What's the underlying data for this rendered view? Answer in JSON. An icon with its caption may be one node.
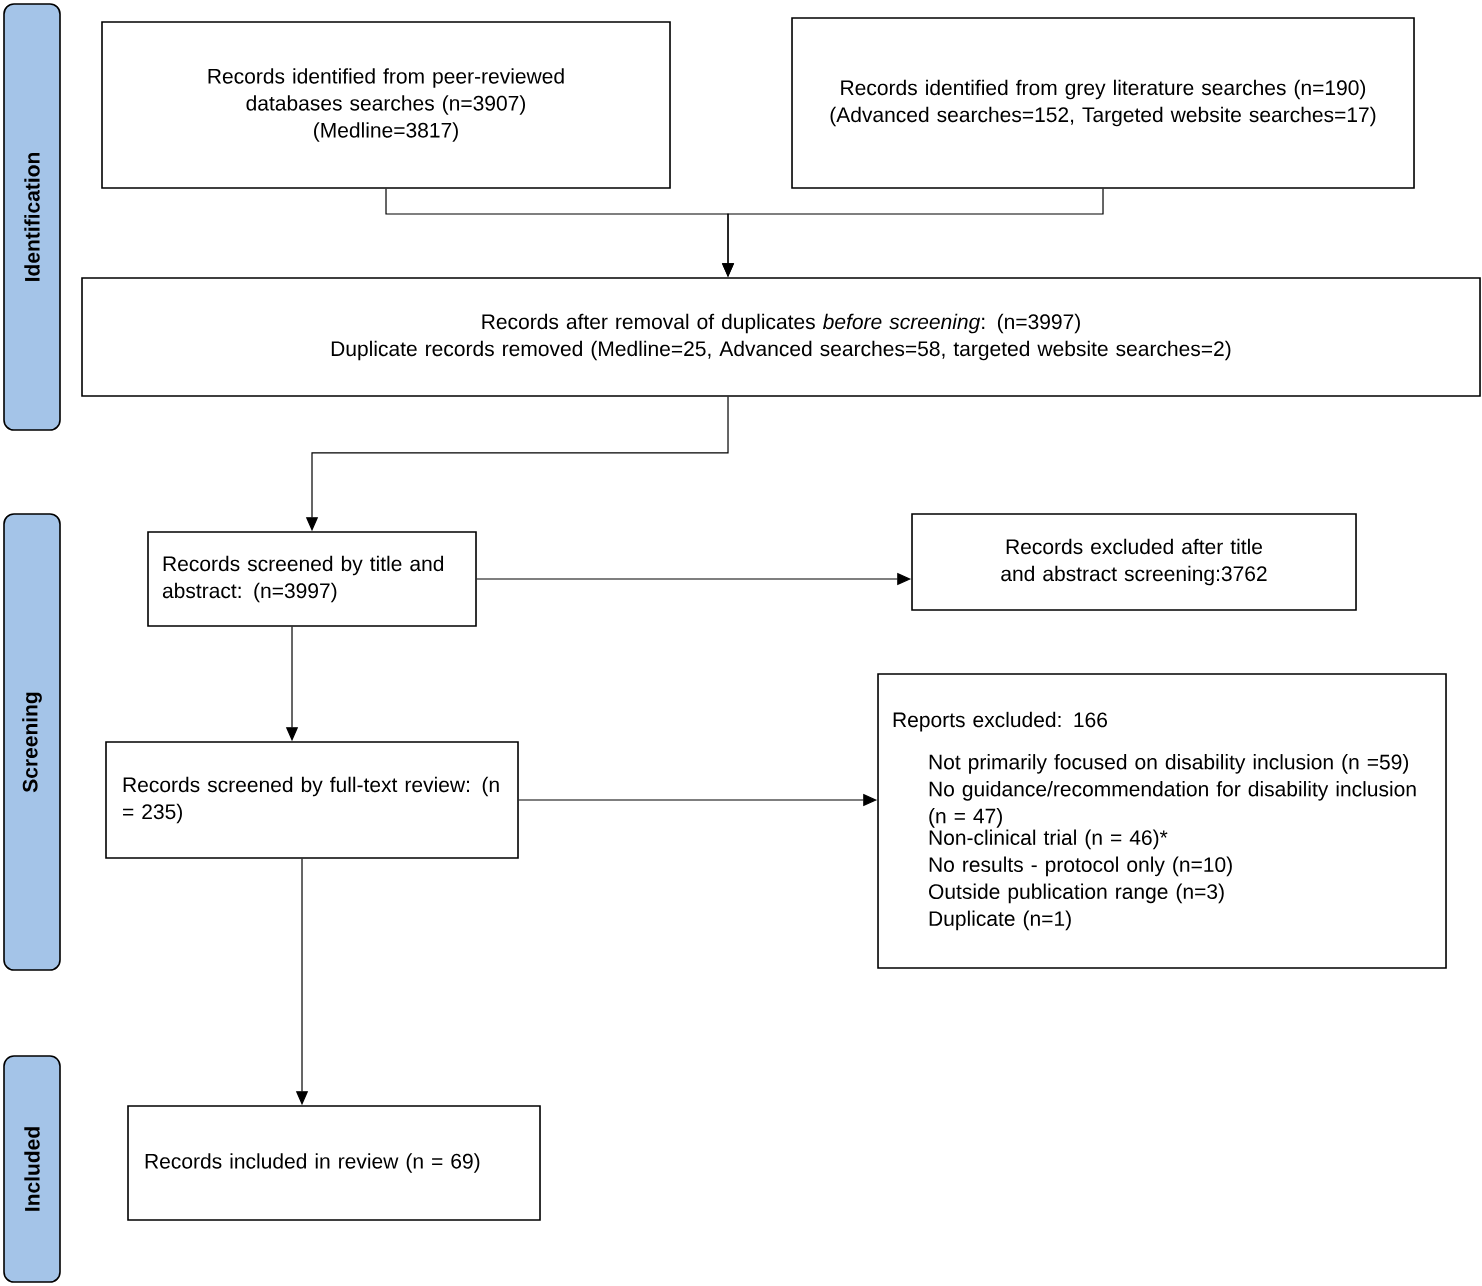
{
  "diagram": {
    "nodes": [
      {
        "text": [
          "Identification"
        ]
      },
      {
        "text": [
          "Screening"
        ]
      },
      {
        "text": [
          "Included"
        ]
      },
      {
        "text": [
          "Records identified from peer-reviewed databases searches (n=3907)",
          "(Medline=3817)"
        ]
      },
      {
        "text": [
          "Records identified from grey literature searches (n=190)",
          "(Advanced searches=152, Targeted website searches=17)"
        ]
      },
      {
        "text": [
          "Records after removal of duplicates *before screening*: (n=3997)",
          "Duplicate records removed (Medline=25, Advanced searches=58, targeted website searches=2)"
        ]
      },
      {
        "text": [
          "Records screened by title and abstract: (n=3997)"
        ]
      },
      {
        "text": [
          "Records excluded after title and abstract screening:3762"
        ]
      },
      {
        "text": [
          "Records screened by full-text review: (n = 235)"
        ]
      },
      {
        "text": [
          "Reports excluded: 166",
          "Not primarily focused on disability inclusion (n =59)",
          "No guidance/recommendation for disability inclusion (n = 47)",
          "Non-clinical trial (n = 46)*",
          "No results - protocol only (n=10)",
          "Outside publication range (n=3)",
          "Duplicate (n=1)"
        ]
      },
      {
        "text": [
          "Records included in review (n = 69)"
        ]
      }
    ],
    "edges": [
      {
        "from": 3,
        "to": 5,
        "arrow": "to"
      },
      {
        "from": 4,
        "to": 5,
        "arrow": "to"
      },
      {
        "from": 5,
        "to": 6,
        "arrow": "to"
      },
      {
        "from": 6,
        "to": 7,
        "arrow": "to"
      },
      {
        "from": 6,
        "to": 8,
        "arrow": "to"
      },
      {
        "from": 8,
        "to": 9,
        "arrow": "to"
      },
      {
        "from": 8,
        "to": 10,
        "arrow": "to"
      }
    ]
  }
}
